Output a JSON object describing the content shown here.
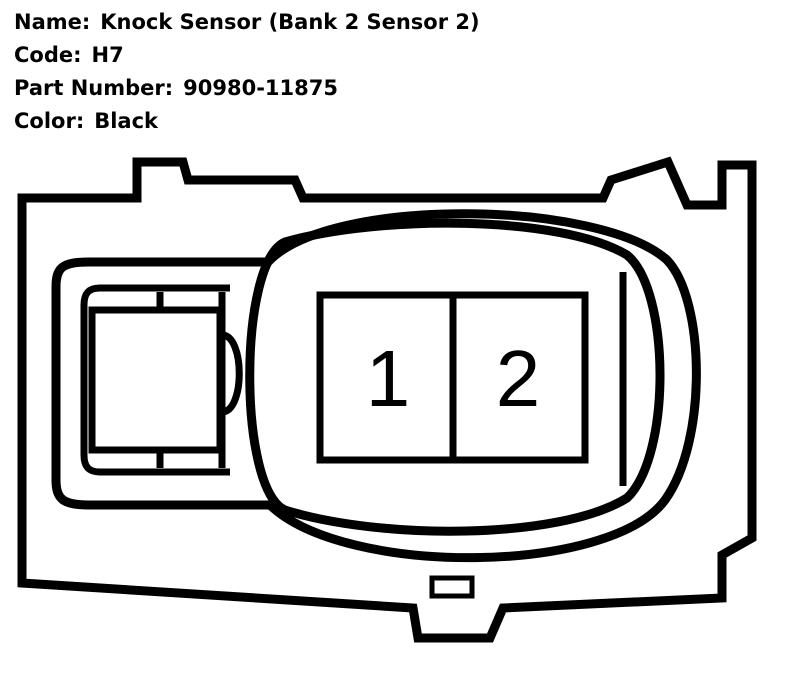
{
  "info": [
    {
      "label": "Name:",
      "value": "Knock Sensor (Bank 2 Sensor 2)"
    },
    {
      "label": "Code:",
      "value": "H7"
    },
    {
      "label": "Part Number:",
      "value": "90980-11875"
    },
    {
      "label": "Color:",
      "value": "Black"
    }
  ],
  "connector": {
    "pins": [
      {
        "number": "1"
      },
      {
        "number": "2"
      }
    ]
  }
}
